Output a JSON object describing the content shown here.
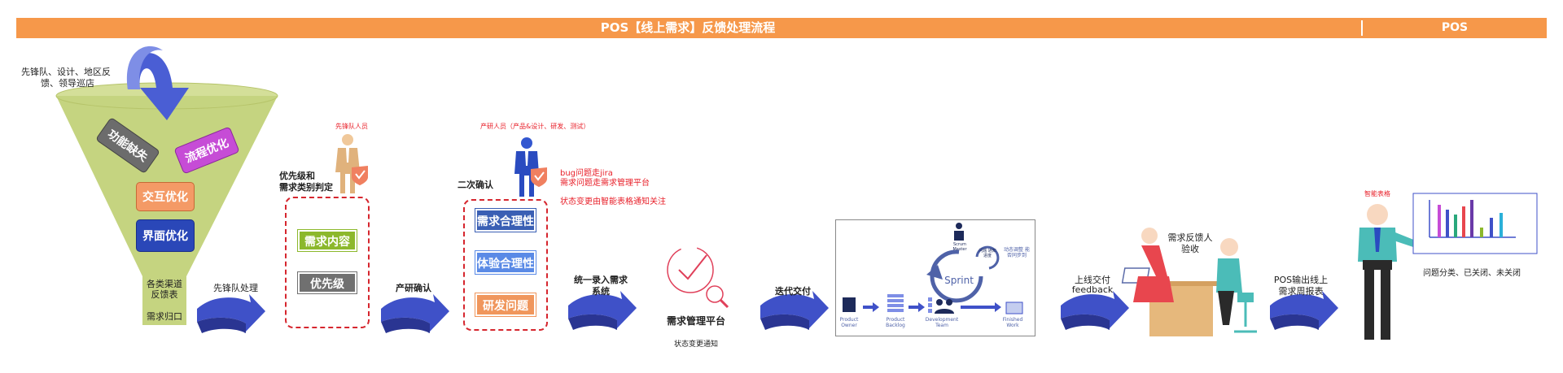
{
  "header": {
    "title": "POS【线上需求】反馈处理流程",
    "right_title": "POS"
  },
  "funnel": {
    "sources_label": "先锋队、设计、地区反馈、领导巡店",
    "sources_line1": "先锋队、设计、地区反",
    "sources_line2": "馈、领导巡店",
    "tag_function": "功能缺失",
    "tag_process": "流程优化",
    "tag_interaction": "交互优化",
    "tag_interface": "界面优化",
    "channels_line1": "各类渠道",
    "channels_line2": "反馈表",
    "archive": "需求归口"
  },
  "step1": {
    "arrow_label": "先锋队处理",
    "role_label": "先锋队人员",
    "judge_line1": "优先级和",
    "judge_line2": "需求类别判定",
    "item_content": "需求内容",
    "item_priority": "优先级"
  },
  "step2": {
    "arrow_label": "产研确认",
    "role_label": "产研人员（产品&设计、研发、测试）",
    "confirm_label": "二次确认",
    "note_bug": "bug问题走jira",
    "note_req": "需求问题走需求管理平台",
    "note_status": "状态变更由智能表格通知关注",
    "item_reasonable": "需求合理性",
    "item_experience": "体验合理性",
    "item_dev": "研发问题"
  },
  "step3": {
    "arrow_line1": "统一录入需求",
    "arrow_line2": "系统",
    "platform_label": "需求管理平台",
    "status_notice": "状态变更通知"
  },
  "step4": {
    "arrow_label": "迭代交付",
    "scrum_master": "Scrum Master",
    "sprint": "Sprint",
    "loop_note": "问题 通知进度",
    "adjust_note": "动态调整 能否同步到",
    "product_owner": "Product Owner",
    "product_backlog": "Product Backlog",
    "dev_team": "Development Team",
    "finished_work": "Finished Work"
  },
  "step5": {
    "arrow_line1": "上线交付",
    "arrow_line2": "feedback",
    "accept_line1": "需求反馈人",
    "accept_line2": "验收"
  },
  "step6": {
    "arrow_line1": "POS输出线上",
    "arrow_line2": "需求周报表",
    "smart_table": "智能表格",
    "summary": "问题分类、已关闭、未关闭"
  },
  "colors": {
    "header": "#f6984a",
    "arrow": "#3f51c8",
    "funnel": "#c5d480",
    "dash": "#d6262e",
    "red_text": "#e8202a"
  }
}
